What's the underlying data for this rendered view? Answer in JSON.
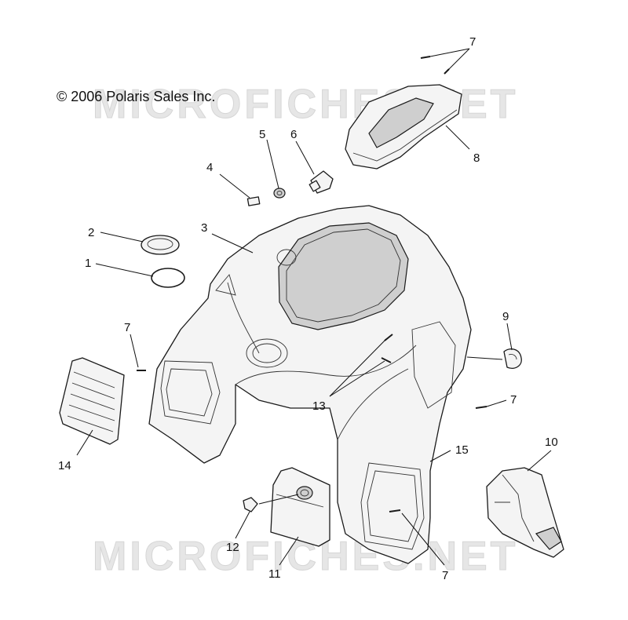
{
  "copyright": "© 2006 Polaris Sales Inc.",
  "watermark": "MICROFICHES.NET",
  "callouts": {
    "c1": "1",
    "c2": "2",
    "c3": "3",
    "c4": "4",
    "c5": "5",
    "c6": "6",
    "c7a": "7",
    "c7b": "7",
    "c7c": "7",
    "c7d": "7",
    "c8": "8",
    "c9": "9",
    "c10": "10",
    "c11": "11",
    "c12": "12",
    "c13": "13",
    "c14": "14",
    "c15": "15"
  }
}
